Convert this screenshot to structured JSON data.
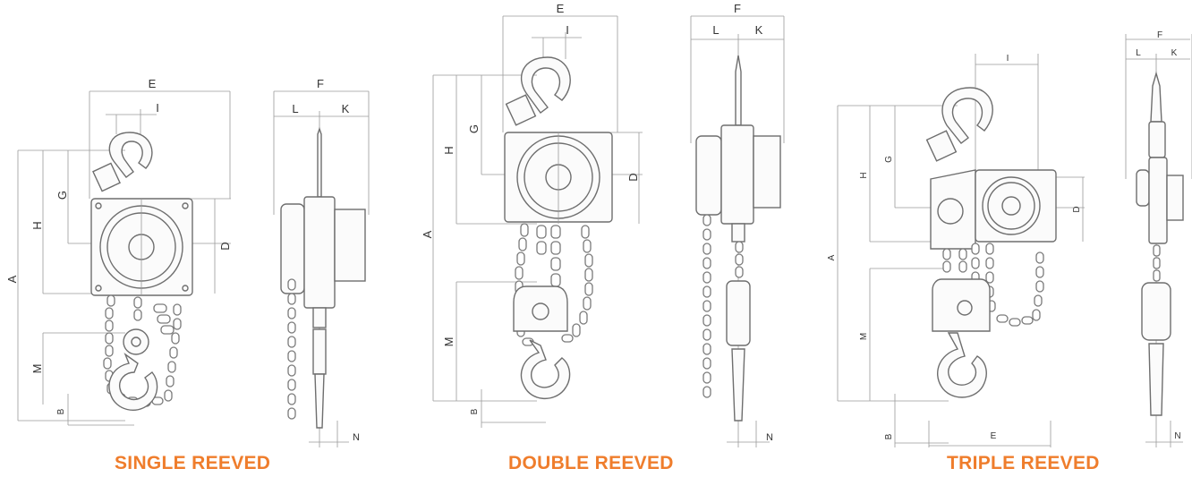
{
  "colors": {
    "caption": "#ef7d2c",
    "line": "#8a8a8a"
  },
  "captions": {
    "single": "SINGLE REEVED",
    "double": "DOUBLE REEVED",
    "triple": "TRIPLE REEVED"
  },
  "dimension_labels": {
    "single": {
      "E": "E",
      "I": "I",
      "G": "G",
      "H": "H",
      "D": "D",
      "A": "A",
      "M": "M",
      "B": "B",
      "F": "F",
      "L": "L",
      "K": "K",
      "N": "N"
    },
    "double": {
      "E": "E",
      "I": "I",
      "G": "G",
      "H": "H",
      "D": "D",
      "A": "A",
      "M": "M",
      "B": "B",
      "F": "F",
      "L": "L",
      "K": "K",
      "N": "N"
    },
    "triple": {
      "E": "E",
      "I": "I",
      "G": "G",
      "H": "H",
      "D": "D",
      "A": "A",
      "M": "M",
      "B": "B",
      "F": "F",
      "L": "L",
      "K": "K",
      "N": "N"
    }
  }
}
